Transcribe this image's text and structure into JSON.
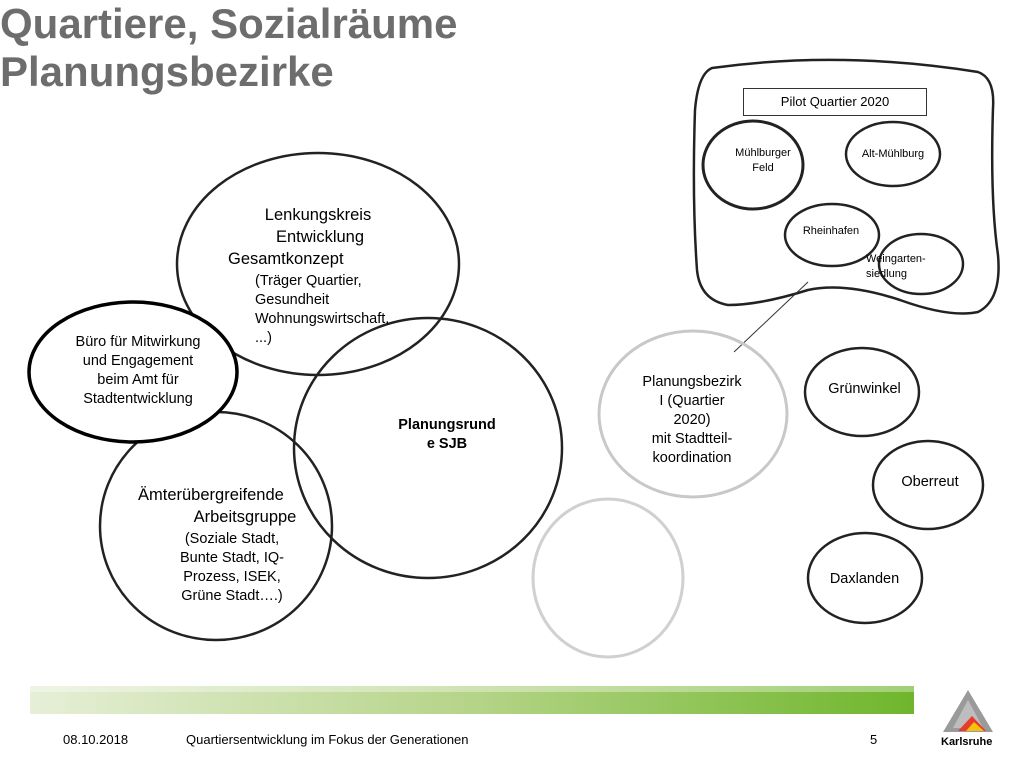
{
  "title": {
    "line1": "Quartiere, Sozialräume",
    "line2": "Planungsbezirke"
  },
  "circles": {
    "lenkungskreis": {
      "line1": "Lenkungskreis",
      "line2": "Entwicklung",
      "line3": "Gesamtkonzept",
      "detail": "(Träger Quartier,\nGesundheit\nWohnungswirtschaft,\n...)"
    },
    "buero": "Büro für Mitwirkung\nund Engagement\nbeim Amt für\nStadtentwicklung",
    "planungsrunde": "Planungsrund\ne SJB",
    "aemter": {
      "line1": "Ämterübergreifende",
      "line2": "Arbeitsgruppe",
      "detail": "(Soziale Stadt,\nBunte Stadt, IQ-\nProzess, ISEK,\nGrüne Stadt….)"
    },
    "planungsbezirk": "Planungsbezirk\nI (Quartier\n2020)\nmit Stadtteil-\nkoordination"
  },
  "pilot": {
    "label": "Pilot Quartier 2020",
    "items": {
      "muehlburger_feld": "Mühlburger\nFeld",
      "alt_muehlburg": "Alt-Mühlburg",
      "rheinhafen": "Rheinhafen",
      "weingarten": "Weingarten-\nsiedlung"
    }
  },
  "districts": {
    "gruenwinkel": "Grünwinkel",
    "oberreut": "Oberreut",
    "daxlanden": "Daxlanden"
  },
  "footer": {
    "date": "08.10.2018",
    "subtitle": "Quartiersentwicklung im Fokus der Generationen",
    "page": "5",
    "logo_text": "Karlsruhe"
  }
}
